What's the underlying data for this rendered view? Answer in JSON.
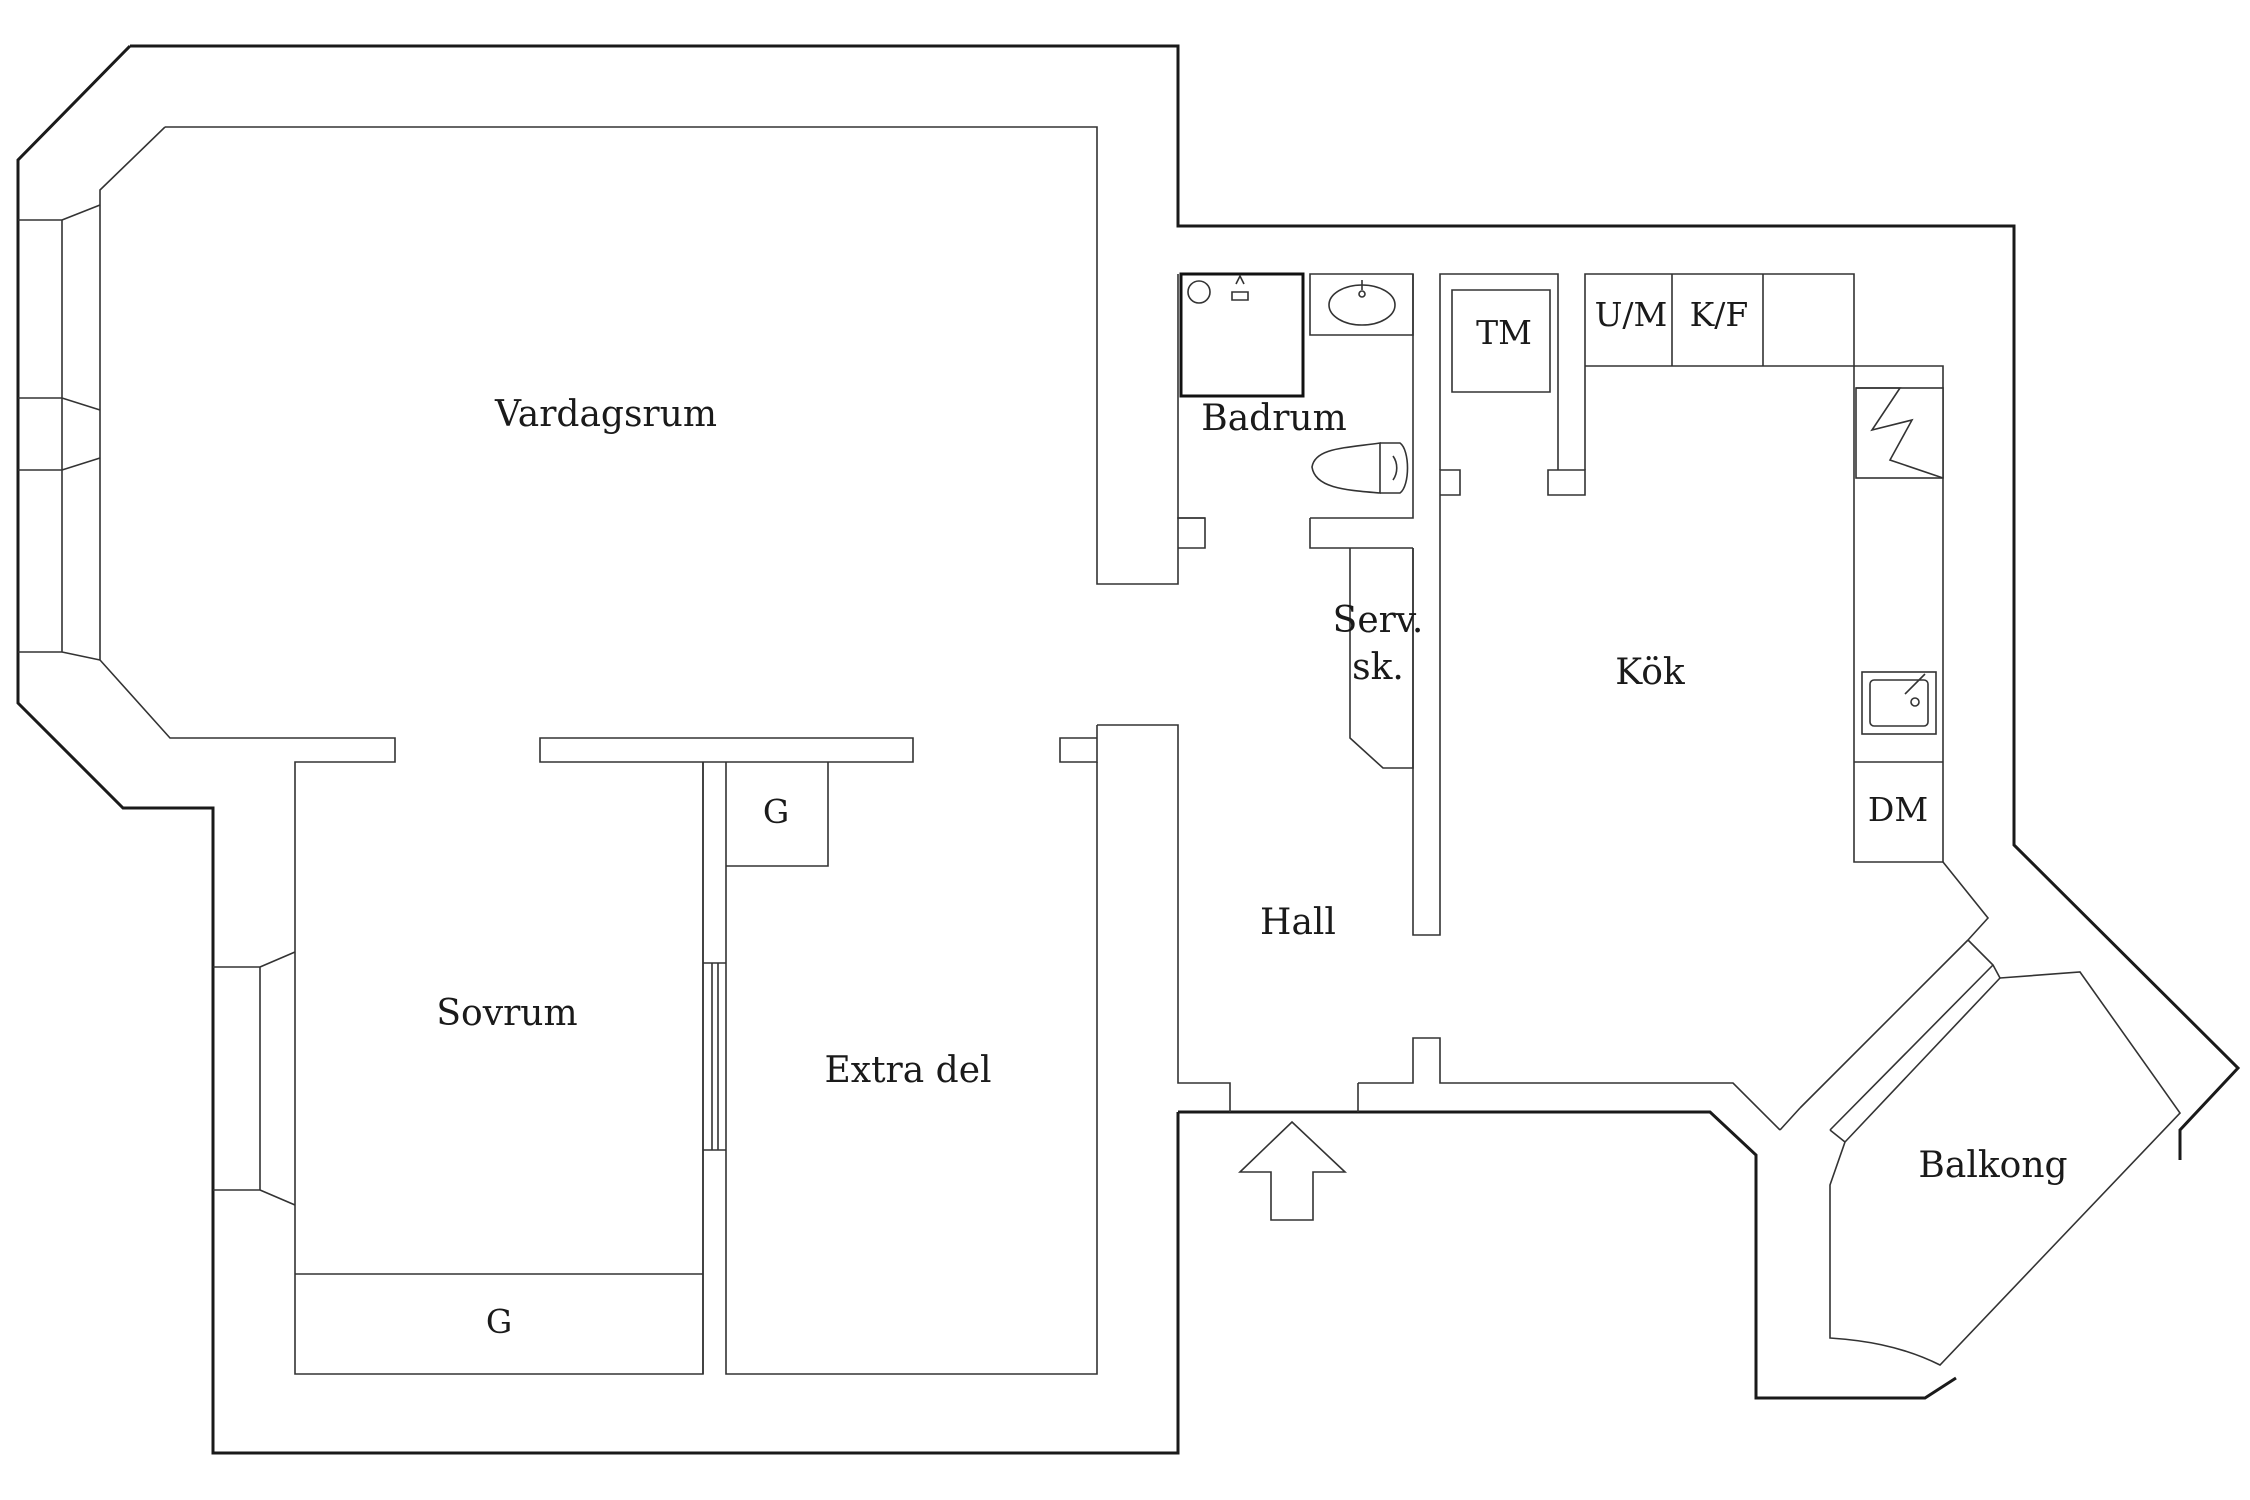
{
  "rooms": {
    "vardagsrum": "Vardagsrum",
    "badrum": "Badrum",
    "serv_line1": "Serv.",
    "serv_line2": "sk.",
    "kok": "Kök",
    "hall": "Hall",
    "sovrum": "Sovrum",
    "extra_del": "Extra del",
    "balkong": "Balkong"
  },
  "fixtures": {
    "tm": "TM",
    "um": "U/M",
    "kf": "K/F",
    "dm": "DM",
    "wardrobe_extra": "G",
    "wardrobe_sovrum": "G"
  },
  "icons": {
    "entrance": "entrance-arrow-icon",
    "sink": "sink-icon",
    "toilet": "toilet-icon",
    "shower": "shower-icon",
    "stove": "stove-icon",
    "kitchen_sink": "kitchen-sink-icon"
  },
  "colors": {
    "ink": "#1a1a1a",
    "background": "#ffffff"
  }
}
